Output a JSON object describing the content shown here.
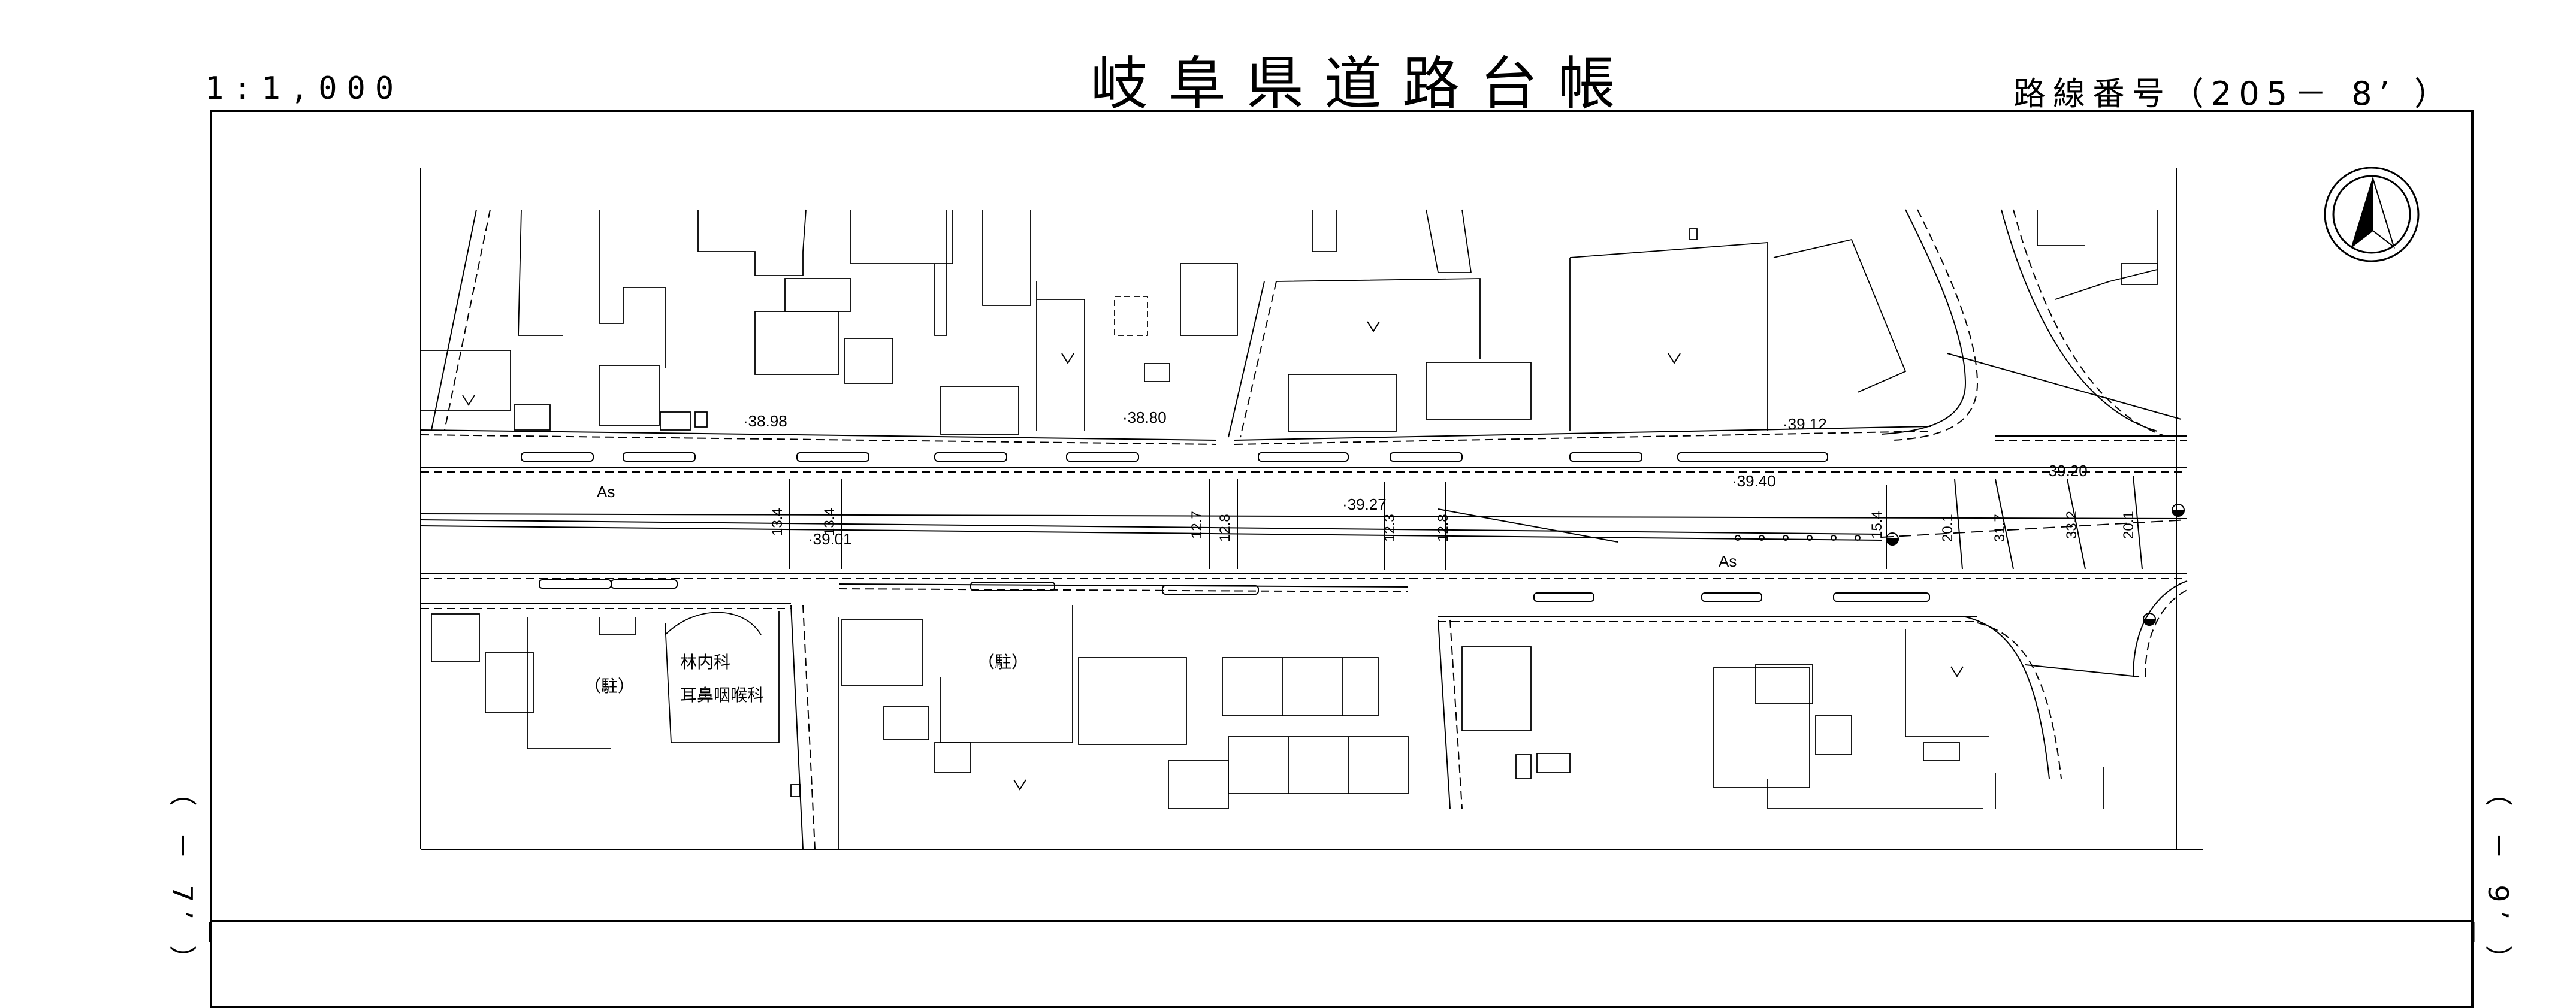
{
  "header": {
    "title": "岐阜県道路台帳",
    "scale": "1:1,000",
    "route_number": "路線番号（205－ 8’ ）"
  },
  "edges": {
    "left_continuation": "（ － 7’ ）",
    "right_continuation": "（ － 9’ ）"
  },
  "map": {
    "elevations": [
      "·38.98",
      "·38.80",
      "·39.12",
      "·39.40",
      "·39.20",
      "·39.27",
      "·39.01"
    ],
    "surface_labels": [
      "As",
      "As"
    ],
    "widths": [
      "13.4",
      "13.4",
      "12.7",
      "12.8",
      "12.3",
      "12.8",
      "15.4",
      "20.1",
      "31.7",
      "33.2",
      "20.1"
    ],
    "building_labels": [
      "（駐）",
      "林内科",
      "耳鼻咽喉科",
      "（駐）"
    ],
    "north_arrow": "north-arrow-icon"
  }
}
